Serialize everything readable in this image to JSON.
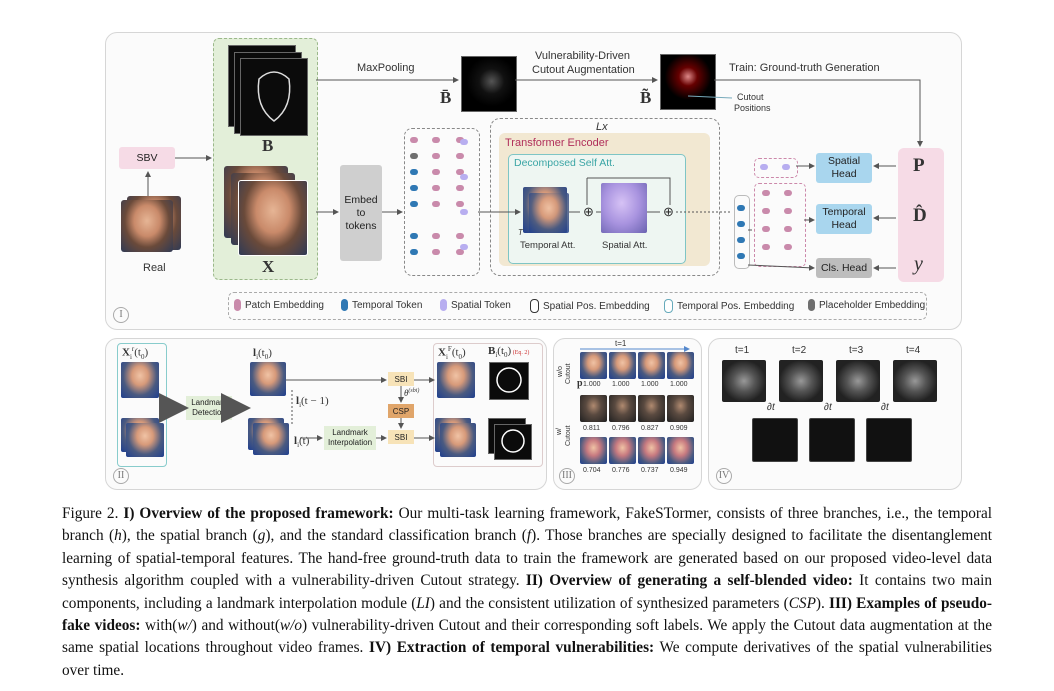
{
  "panel1": {
    "roman": "I",
    "maxpool_label": "MaxPooling",
    "vuln_label_line1": "Vulnerability-Driven",
    "vuln_label_line2": "Cutout Augmentation",
    "train_label": "Train: Ground-truth Generation",
    "cutout_positions_line1": "Cutout",
    "cutout_positions_line2": "Positions",
    "B_label": "B",
    "Bbar_label": "B̄",
    "Btilde_label": "B̃",
    "X_label": "X",
    "sbv": "SBV",
    "real": "Real",
    "embed_line1": "Embed",
    "embed_line2": "to",
    "embed_line3": "tokens",
    "lx": "Lx",
    "transformer_encoder": "Transformer Encoder",
    "decomposed": "Decomposed Self Att.",
    "temporal_att": "Temporal Att.",
    "spatial_att": "Spatial Att.",
    "T_label": "T",
    "spatial_head_line1": "Spatial",
    "spatial_head_line2": "Head",
    "temporal_head_line1": "Temporal",
    "temporal_head_line2": "Head",
    "cls_head": "Cls. Head",
    "P_label": "P",
    "D_label": "D̂",
    "y_label": "y",
    "legend": {
      "patch": "Patch Embedding",
      "temporal": "Temporal Token",
      "spatial": "Spatial Token",
      "spatial_pos": "Spatial Pos. Embedding",
      "temporal_pos": "Temporal Pos. Embedding",
      "placeholder": "Placeholder Embedding"
    }
  },
  "panel2": {
    "roman": "II",
    "x_top": "X_i^r(t_0)",
    "l_t0": "l_i(t_0)",
    "l_t1": "l_i(t − 1)",
    "l_t": "l_i(t)",
    "landmark_detection_1": "Landmark",
    "landmark_detection_2": "Detection",
    "landmark_interp_1": "Landmark",
    "landmark_interp_2": "Interpolation",
    "sbi_top": "SBI",
    "sbi_bottom": "SBI",
    "csp": "CSP",
    "theta": "θ^(sbi)",
    "x_fake": "X_i^F(t_0)",
    "b_label": "B_i(t_0)",
    "eq": "(Eq. 2)"
  },
  "panel3": {
    "roman": "III",
    "t1": "t=1",
    "wo_cutout_1": "w/o",
    "wo_cutout_2": "Cutout",
    "w_cutout_1": "w/",
    "w_cutout_2": "Cutout",
    "p_label": "p",
    "row1_values": [
      "1.000",
      "1.000",
      "1.000",
      "1.000"
    ],
    "row2_values": [
      "0.811",
      "0.796",
      "0.827",
      "0.909"
    ],
    "row3_values": [
      "0.704",
      "0.776",
      "0.737",
      "0.949"
    ]
  },
  "panel4": {
    "roman": "IV",
    "times": [
      "t=1",
      "t=2",
      "t=3",
      "t=4"
    ],
    "dt": "∂t"
  },
  "caption": {
    "fig": "Figure 2.",
    "s1_bold": "I) Overview of the proposed framework:",
    "s1_a": "Our multi-task learning framework, FakeSTormer, consists of three branches, i.e., the temporal branch (",
    "h": "h",
    "s1_b": "), the spatial branch (",
    "g": "g",
    "s1_c": "), and the standard classification branch (",
    "f": "f",
    "s1_d": "). Those branches are specially designed to facilitate the disentanglement learning of spatial-temporal features. The hand-free ground-truth data to train the framework are generated based on our proposed video-level data synthesis algorithm coupled with a vulnerability-driven Cutout strategy.",
    "s2_bold": "II) Overview of generating a self-blended video:",
    "s2_a": "It contains two main components, including a landmark interpolation module (",
    "LI": "LI",
    "s2_b": ") and the consistent utilization of synthesized parameters (",
    "CSP": "CSP",
    "s2_c": ").",
    "s3_bold": "III) Examples of pseudo-fake videos:",
    "s3_a": "with(",
    "w": "w/",
    "s3_b": ") and without(",
    "wo": "w/o",
    "s3_c": ") vulnerability-driven Cutout and their corresponding soft labels. We apply the Cutout data augmentation at the same spatial locations throughout video frames.",
    "s4_bold": "IV) Extraction of temporal vulnerabilities:",
    "s4_a": "We compute derivatives of the spatial vulnerabilities over time."
  },
  "colors": {
    "green_panel": "#e3efd9",
    "pink_sbv": "#f6dbe6",
    "head_blue": "#a9d6ee",
    "gray_head": "#bdbdbd",
    "patch_pink": "#c98aab",
    "temporal_blue": "#2f78b4",
    "spatial_lilac": "#b8aef0",
    "placeholder_gray": "#6f6f6f"
  }
}
